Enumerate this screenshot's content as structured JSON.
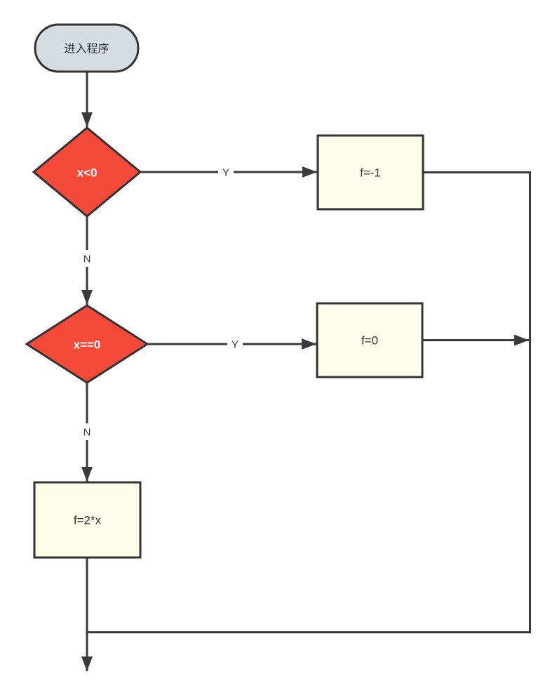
{
  "diagram": {
    "type": "flowchart",
    "nodes": {
      "start": {
        "label": "进入程序",
        "shape": "terminator"
      },
      "decision_x_lt_0": {
        "label": "x<0",
        "shape": "decision"
      },
      "decision_x_eq_0": {
        "label": "x==0",
        "shape": "decision"
      },
      "process_f_neg1": {
        "label": "f=-1",
        "shape": "process"
      },
      "process_f_0": {
        "label": "f=0",
        "shape": "process"
      },
      "process_f_2x": {
        "label": "f=2*x",
        "shape": "process"
      }
    },
    "edge_labels": {
      "decision1_yes": "Y",
      "decision1_no": "N",
      "decision2_yes": "Y",
      "decision2_no": "N"
    }
  },
  "colors": {
    "background": "#ffffff",
    "decision_fill": "#f5493a",
    "decision_text": "#ffffff",
    "process_fill": "#fcfce8",
    "terminator_fill": "#d6dde2",
    "shape_stroke": "#333333",
    "connector": "#3a3a3a",
    "label_text": "#333333",
    "edge_label_text": "#3a3a3a"
  }
}
